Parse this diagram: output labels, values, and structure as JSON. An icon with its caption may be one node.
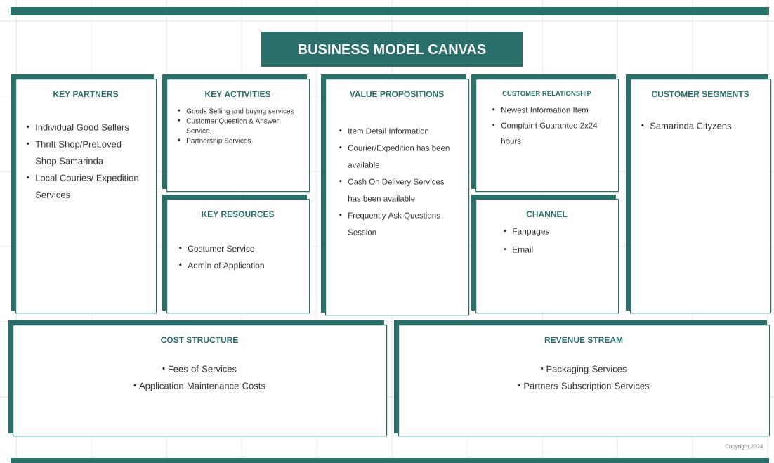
{
  "diagram": {
    "title": "BUSINESS MODEL CANVAS",
    "nodes": [
      {
        "text": [
          "KEY PARTNERS",
          "Individual Good Sellers",
          "Thrift Shop/PreLoved Shop Samarinda",
          "Local Couries/ Expedition Services"
        ]
      },
      {
        "text": [
          "KEY ACTIVITIES",
          "Goods Selling and buying services",
          "Customer Question & Answer Service",
          "Partnership Services"
        ]
      },
      {
        "text": [
          "KEY RESOURCES",
          "Costumer Service",
          "Admin of Application"
        ]
      },
      {
        "text": [
          "VALUE PROPOSITIONS",
          "Item Detail Information",
          "Courier/Expedition has been available",
          "Cash On Delivery Services has been available",
          "Frequently Ask Questions Session"
        ]
      },
      {
        "text": [
          "CUSTOMER RELATIONSHIP",
          "Newest Information Item",
          "Complaint Guarantee 2x24 hours"
        ]
      },
      {
        "text": [
          "CHANNEL",
          "Fanpages",
          "Email"
        ]
      },
      {
        "text": [
          "CUSTOMER SEGMENTS",
          "Samarinda Cityzens"
        ]
      },
      {
        "text": [
          "COST STRUCTURE",
          "Fees of Services",
          "Application Maintenance Costs"
        ]
      },
      {
        "text": [
          "REVENUE STREAM",
          "Packaging Services",
          "Partners Subscription Services"
        ]
      }
    ],
    "labels": [
      "Copyright 2024"
    ]
  }
}
